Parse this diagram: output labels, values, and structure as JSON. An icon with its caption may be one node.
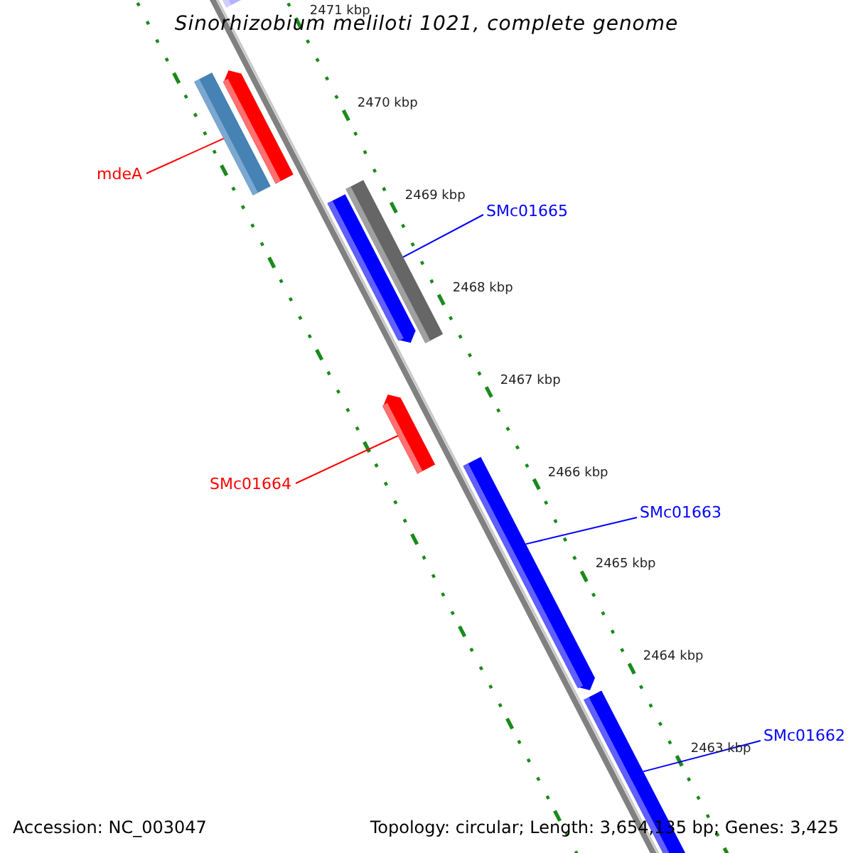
{
  "diagram": {
    "title": "Sinorhizobium meliloti 1021, complete genome",
    "nodes": [
      {
        "text": [
          "mdeA"
        ]
      },
      {
        "text": [],
        "shape": "bar"
      },
      {
        "text": [
          "SMc01665"
        ]
      },
      {
        "text": [],
        "shape": "bar"
      },
      {
        "text": [
          "SMc01664"
        ]
      },
      {
        "text": [],
        "shape": "bar"
      },
      {
        "text": [
          "SMc01663"
        ]
      },
      {
        "text": [],
        "shape": "bar"
      },
      {
        "text": [
          "SMc01662"
        ]
      },
      {
        "text": [],
        "shape": "bar"
      }
    ],
    "edges": [
      {
        "from": 0,
        "to": 1,
        "arrow": "none",
        "color": "#ff0000"
      },
      {
        "from": 2,
        "to": 3,
        "arrow": "none"
      },
      {
        "from": 4,
        "to": 5,
        "arrow": "none",
        "color": "#ff0000"
      },
      {
        "from": 6,
        "to": 7,
        "arrow": "none"
      },
      {
        "from": 8,
        "to": 9,
        "arrow": "none"
      }
    ],
    "labels": [
      "2471 kbp",
      "2470 kbp",
      "2469 kbp",
      "2468 kbp",
      "2467 kbp",
      "2466 kbp",
      "2465 kbp",
      "2464 kbp",
      "2463 kbp",
      "Accession: NC_003047",
      "Topology: circular; Length: 3,654,135 bp; Genes: 3,425"
    ]
  }
}
